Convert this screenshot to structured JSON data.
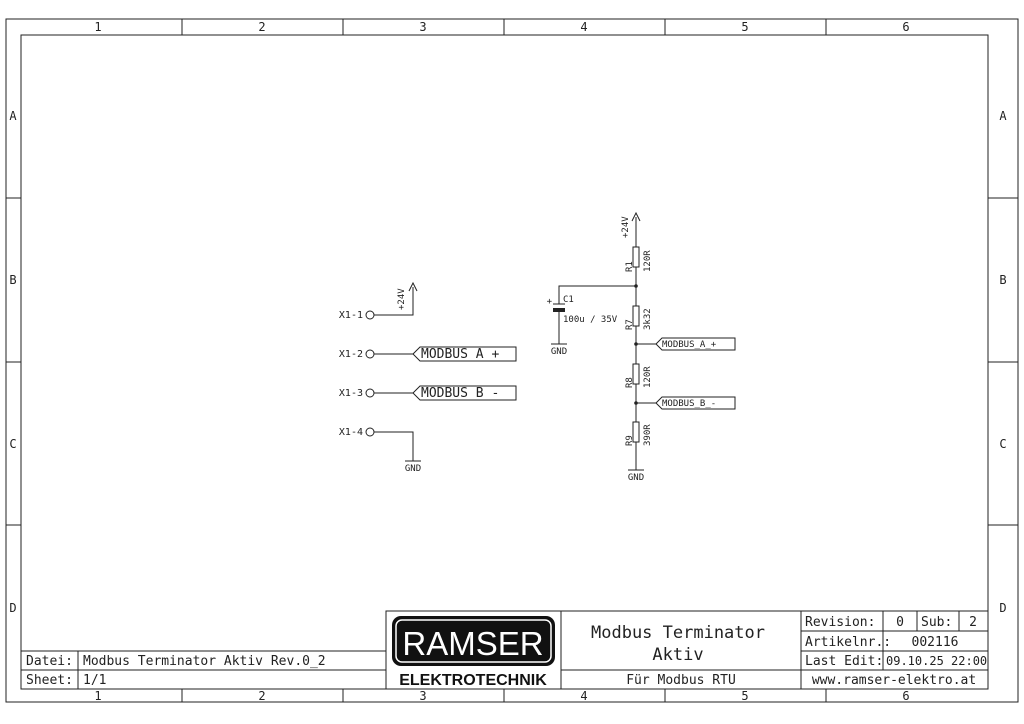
{
  "columns": [
    "1",
    "2",
    "3",
    "4",
    "5",
    "6"
  ],
  "rows": [
    "A",
    "B",
    "C",
    "D"
  ],
  "connector": {
    "pins": [
      "X1-1",
      "X1-2",
      "X1-3",
      "X1-4"
    ],
    "supply": "+24V",
    "ground": "GND",
    "net_a": "MODBUS_A_+",
    "net_b": "MODBUS_B_-"
  },
  "circuit": {
    "supply": "+24V",
    "c1_ref": "C1",
    "c1_value": "100u / 35V",
    "c1_plus": "+",
    "c1_gnd": "GND",
    "r1_ref": "R1",
    "r1_value": "120R",
    "r7_ref": "R7",
    "r7_value": "3k32",
    "r8_ref": "R8",
    "r8_value": "120R",
    "r9_ref": "R9",
    "r9_value": "390R",
    "ground": "GND",
    "net_a": "MODBUS_A_+",
    "net_b": "MODBUS_B_-"
  },
  "title_block": {
    "datei_label": "Datei:",
    "datei_value": "Modbus Terminator Aktiv Rev.0_2",
    "sheet_label": "Sheet:",
    "sheet_value": "1/1",
    "logo_top": "RAMSER",
    "logo_bottom": "ELEKTROTECHNIK",
    "title_line1": "Modbus Terminator",
    "title_line2": "Aktiv",
    "subtitle": "Für Modbus RTU",
    "revision_label": "Revision:",
    "revision_value": "0",
    "sub_label": "Sub:",
    "sub_value": "2",
    "artikel_label": "Artikelnr.:",
    "artikel_value": "002116",
    "lastedit_label": "Last Edit:",
    "lastedit_value": "09.10.25 22:00",
    "website": "www.ramser-elektro.at"
  }
}
